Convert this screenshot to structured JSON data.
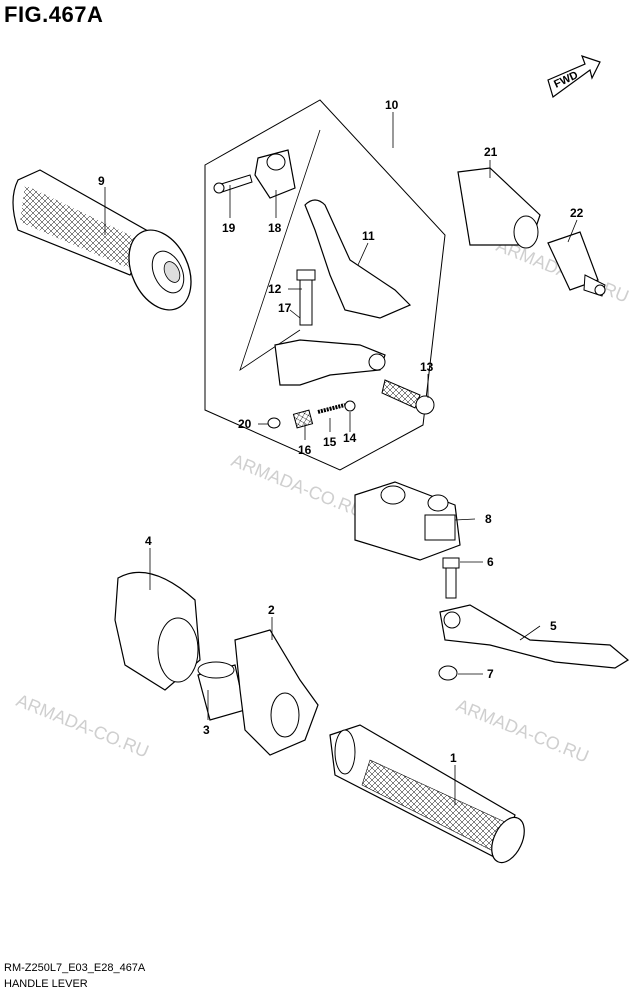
{
  "figure": {
    "title": "FIG.467A"
  },
  "footer": {
    "code": "RM-Z250L7_E03_E28_467A",
    "name": "HANDLE LEVER"
  },
  "direction": {
    "label": "FWD"
  },
  "watermark": "ARMADA-CO.RU",
  "callouts": {
    "c1": "1",
    "c2": "2",
    "c3": "3",
    "c4": "4",
    "c5": "5",
    "c6": "6",
    "c7": "7",
    "c8": "8",
    "c9": "9",
    "c10": "10",
    "c11": "11",
    "c12": "12",
    "c13": "13",
    "c14": "14",
    "c15": "15",
    "c16": "16",
    "c17": "17",
    "c18": "18",
    "c19": "19",
    "c20": "20",
    "c21": "21",
    "c22": "22"
  },
  "colors": {
    "line": "#000000",
    "watermark": "#cfcfcf",
    "background": "#ffffff"
  }
}
